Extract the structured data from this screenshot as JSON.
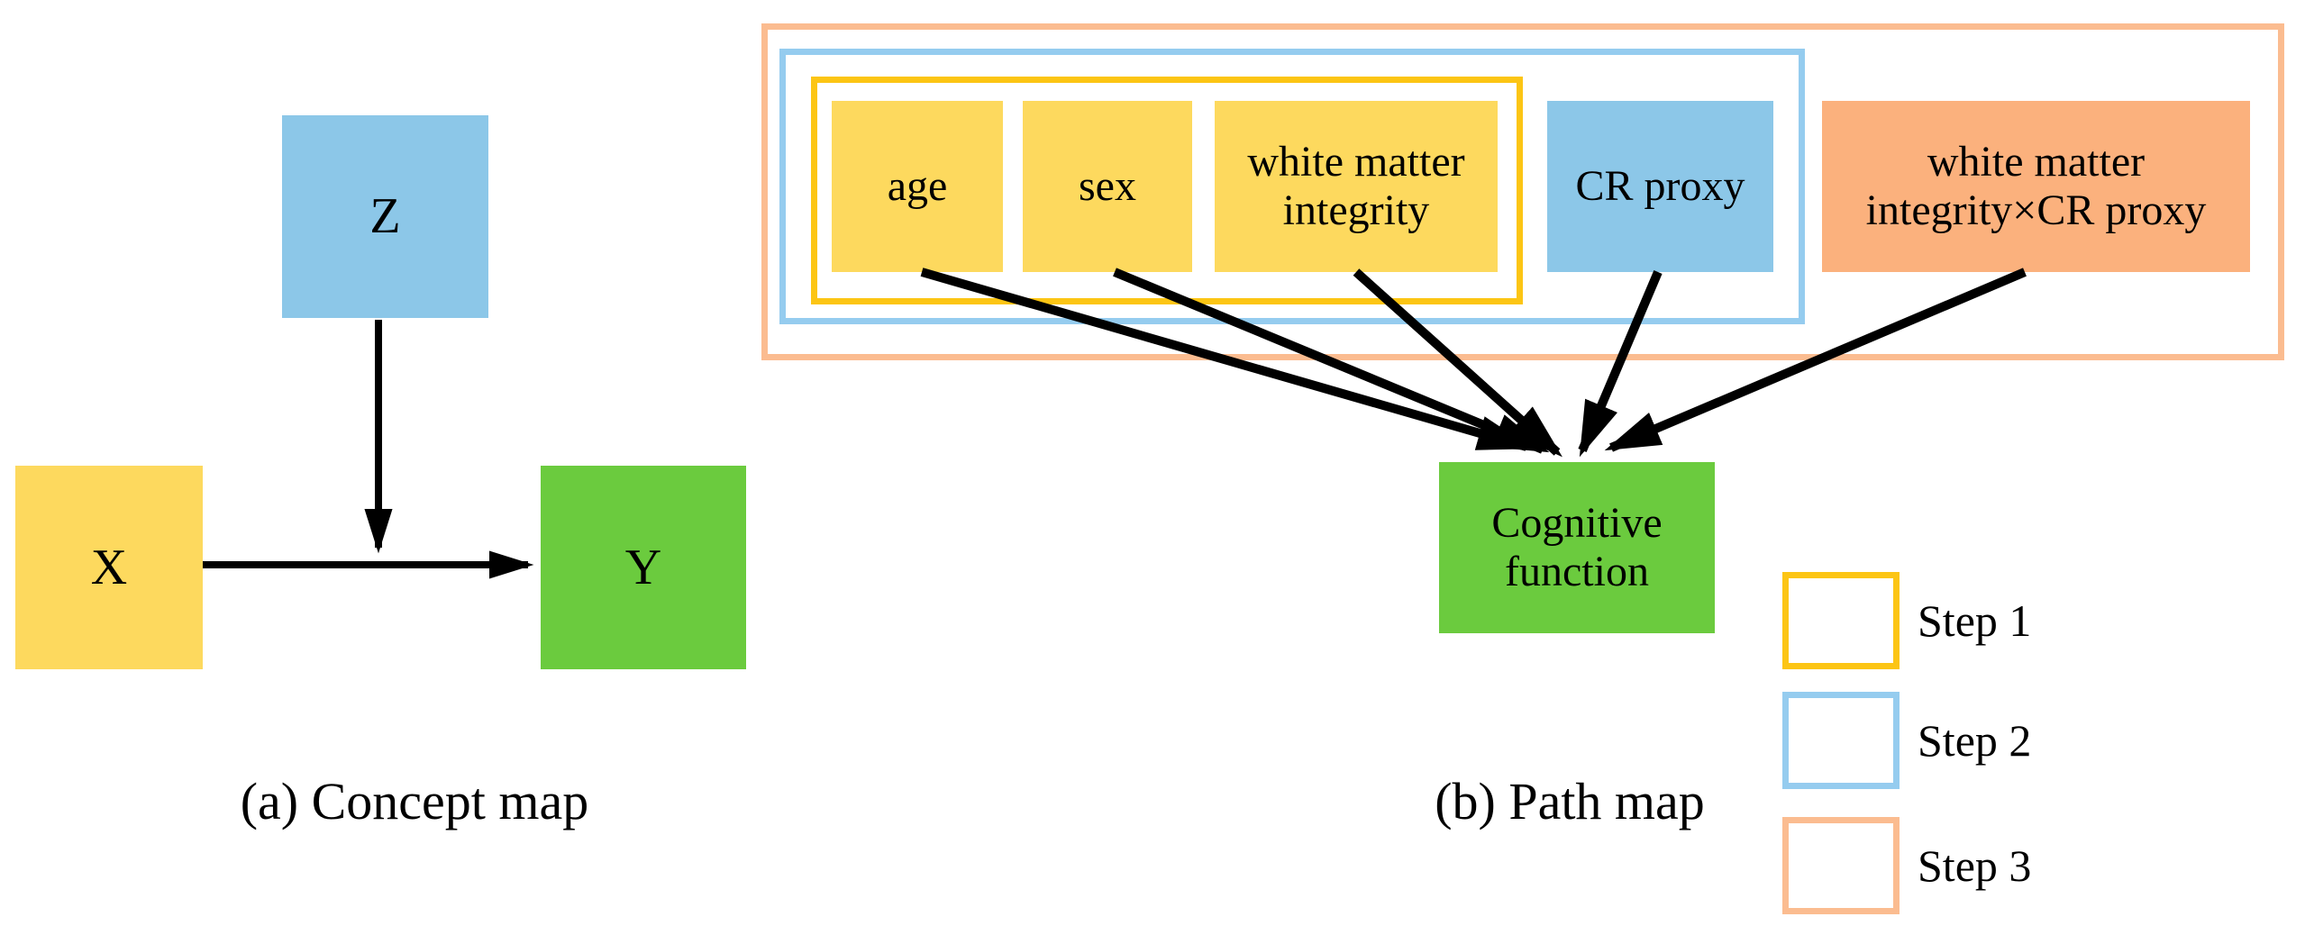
{
  "panel_a": {
    "caption": "(a) Concept map",
    "node_z": "Z",
    "node_x": "X",
    "node_y": "Y"
  },
  "panel_b": {
    "caption": "(b) Path map",
    "box_age": "age",
    "box_sex": "sex",
    "box_wmi": "white matter integrity",
    "box_cr": "CR proxy",
    "box_wmi_cr": "white matter integrity×CR proxy",
    "box_outcome": "Cognitive function",
    "legend": [
      {
        "label": "Step 1",
        "color": "#FCC514"
      },
      {
        "label": "Step 2",
        "color": "#95CCEF"
      },
      {
        "label": "Step 3",
        "color": "#FBBC90"
      }
    ]
  },
  "colors": {
    "yellow_fill": "#FDD95E",
    "yellow_border": "#FCC514",
    "blue_fill": "#8CC7E8",
    "blue_border": "#95CCEF",
    "green_fill": "#6BCB3E",
    "orange_fill": "#FBB17D",
    "orange_border": "#FBBC90",
    "arrow": "#000000"
  }
}
